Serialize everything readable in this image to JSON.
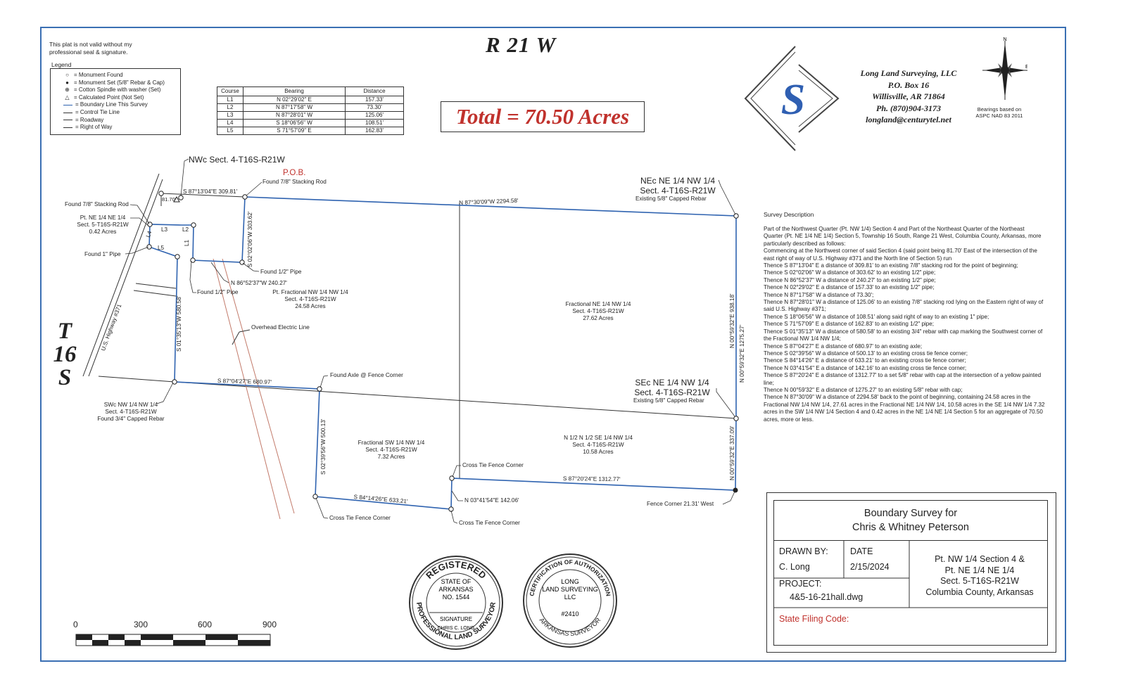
{
  "disclaimer": "This plat is not valid without my professional seal & signature.",
  "legend": {
    "title": "Legend",
    "items": [
      {
        "symbol": "○",
        "label": "= Monument Found"
      },
      {
        "symbol": "●",
        "label": "= Monument Set (5/8\" Rebar & Cap)"
      },
      {
        "symbol": "⊕",
        "label": "= Cotton Spindle with washer (Set)"
      },
      {
        "symbol": "△",
        "label": "= Calculated Point (Not Set)"
      },
      {
        "symbol": "line-blue",
        "label": "= Boundary Line This Survey"
      },
      {
        "symbol": "line",
        "label": "= Control Tie Line"
      },
      {
        "symbol": "line",
        "label": "= Roadway"
      },
      {
        "symbol": "line",
        "label": "= Right of Way"
      }
    ]
  },
  "course_table": {
    "headers": [
      "Course",
      "Bearing",
      "Distance"
    ],
    "rows": [
      [
        "L1",
        "N 02°29'02\" E",
        "157.33'"
      ],
      [
        "L2",
        "N 87°17'58\" W",
        "73.30'"
      ],
      [
        "L3",
        "N 87°28'01\" W",
        "125.06'"
      ],
      [
        "L4",
        "S 18°06'56\" W",
        "108.51'"
      ],
      [
        "L5",
        "S 71°57'09\" E",
        "162.83'"
      ]
    ]
  },
  "range_label": "R 21 W",
  "township": {
    "line1": "T",
    "line2": "16",
    "line3": "S"
  },
  "total_acres": "Total = 70.50 Acres",
  "logo_letter": "S",
  "company": {
    "name": "Long Land Surveying, LLC",
    "box": "P.O. Box 16",
    "city": "Willisville, AR 71864",
    "phone": "Ph. (870)904-3173",
    "email": "longland@centurytel.net"
  },
  "north_arrow": {
    "n": "N",
    "e": "E"
  },
  "bearing_basis": "Bearings based on ASPC NAD 83 2011",
  "map_labels": {
    "nwc": "NWc Sect. 4-T16S-R21W",
    "pob": "P.O.B.",
    "found_78_stacking": "Found 7/8\" Stacking Rod",
    "found_78_stacking_left": "Found 7/8\" Stacking Rod",
    "dist_8170": "81.70'",
    "line_top_short": "S 87°13'04\"E 309.81'",
    "line_top_long": "N 87°30'09\"W 2294.58'",
    "nec_line1": "NEc NE 1/4 NW 1/4",
    "nec_line2": "Sect. 4-T16S-R21W",
    "nec_line3": "Existing 5/8\" Capped Rebar",
    "pt_ne_line1": "Pt. NE 1/4 NE 1/4",
    "pt_ne_line2": "Sect. 5-T16S-R21W",
    "pt_ne_line3": "0.42 Acres",
    "l1": "L1",
    "l2": "L2",
    "l3": "L3",
    "l4": "L4",
    "l5": "L5",
    "found_1_pipe": "Found 1\" Pipe",
    "found_half_pipe_a": "Found 1/2\" Pipe",
    "found_half_pipe_b": "Found 1/2\" Pipe",
    "bearing_303": "S 02°02'06\"W 303.62'",
    "bearing_240": "N 86°52'37\"W 240.27'",
    "frac_nw_line1": "Pt. Fractional NW 1/4 NW 1/4",
    "frac_nw_line2": "Sect. 4-T16S-R21W",
    "frac_nw_line3": "24.58 Acres",
    "highway": "U.S. Highway #371",
    "bearing_580": "S 01°35'13\"W 580.58'",
    "overhead": "Overhead Electric Line",
    "frac_ne_line1": "Fractional NE 1/4 NW 1/4",
    "frac_ne_line2": "Sect. 4-T16S-R21W",
    "frac_ne_line3": "27.62 Acres",
    "bearing_938": "N 00°59'32\"E 938.18'",
    "bearing_1275": "N 00°59'32\"E 1275.27'",
    "bearing_680": "S 87°04'27\"E 680.97'",
    "found_axle": "Found Axle @ Fence Corner",
    "swc_line1": "SWc NW 1/4 NW 1/4",
    "swc_line2": "Sect. 4-T16S-R21W",
    "swc_line3": "Found 3/4\" Capped Rebar",
    "sec_line1": "SEc NE 1/4 NW 1/4",
    "sec_line2": "Sect. 4-T16S-R21W",
    "sec_line3": "Existing 5/8\" Capped Rebar",
    "frac_sw_line1": "Fractional SW 1/4 NW 1/4",
    "frac_sw_line2": "Sect. 4-T16S-R21W",
    "frac_sw_line3": "7.32 Acres",
    "bearing_500": "S 02°39'56\"W 500.13'",
    "n12_line1": "N 1/2 N 1/2 SE 1/4 NW 1/4",
    "n12_line2": "Sect. 4-T16S-R21W",
    "n12_line3": "10.58 Acres",
    "bearing_337": "N 00°59'32\"E 337.09'",
    "cross_tie_a": "Cross Tie Fence Corner",
    "bearing_1312": "S 87°20'24\"E 1312.77'",
    "bearing_633": "S 84°14'26\"E 633.21'",
    "bearing_142": "N 03°41'54\"E 142.06'",
    "cross_tie_b": "Cross Tie Fence Corner",
    "cross_tie_c": "Cross Tie Fence Corner",
    "fence_corner_west": "Fence Corner 21.31' West"
  },
  "survey_description": {
    "title": "Survey Description",
    "lines": [
      "Part of the Northwest Quarter (Pt. NW 1/4) Section 4 and Part of the Northeast Quarter of the Northeast Quarter (Pt. NE 1/4 NE 1/4) Section 5, Township 16 South, Range 21 West, Columbia County, Arkansas, more particularly described as follows:",
      "Commencing at the Northwest corner of said Section 4 (said point being 81.70' East of the intersection of the east right of way of U.S. Highway #371 and the North line of Section 5) run",
      "Thence S 87°13'04\" E a distance of 309.81' to an existing 7/8\" stacking rod for the point of beginning;",
      "Thence S 02°02'06\" W a distance of 303.62' to an existing 1/2\" pipe;",
      "Thence N 86°52'37\" W a distance of 240.27' to an existing 1/2\" pipe;",
      "Thence N 02°29'02\" E a distance of 157.33' to an existing 1/2\" pipe;",
      "Thence N 87°17'58\" W a distance of 73.30';",
      "Thence N 87°28'01\" W a distance of 125.06' to an existing 7/8\" stacking rod lying on the Eastern right of way of said U.S. Highway #371;",
      "Thence S 18°06'56\" W a distance of 108.51' along said right of way to an existing 1\" pipe;",
      "Thence S 71°57'09\" E a distance of 162.83' to an existing 1/2\" pipe;",
      "Thence S 01°35'13\" W a distance of 580.58' to an existing 3/4\" rebar with cap marking the Southwest corner of the Fractional NW 1/4 NW 1/4;",
      "Thence S 87°04'27\" E a distance of 680.97' to an existing axle;",
      "Thence S 02°39'56\" W a distance of 500.13' to an existing cross tie fence corner;",
      "Thence S 84°14'26\" E a distance of 633.21' to an existing cross tie fence corner;",
      "Thence N 03°41'54\" E a distance of 142.16' to an existing cross tie fence corner;",
      "Thence S 87°20'24\" E a distance of 1312.77' to a set 5/8\" rebar with cap at the intersection of a yellow painted line;",
      "Thence N 00°59'32\" E a distance of 1275.27' to an existing 5/8\" rebar with cap;",
      "Thence N 87°30'09\" W a distance of 2294.58' back to the point of beginning, containing 24.58 acres in the Fractional NW 1/4 NW 1/4, 27.61 acres in the Fractional NE 1/4 NW 1/4, 10.58 acres in the SE 1/4 NW 1/4 7.32 acres in the SW 1/4 NW 1/4 Section 4 and 0.42 acres in the NE 1/4 NE 1/4 Section 5 for an aggregate of 70.50 acres, more or less."
    ]
  },
  "seal_registered": {
    "top": "REGISTERED",
    "line1": "STATE OF",
    "line2": "ARKANSAS",
    "line3": "NO. 1544",
    "signature_label": "SIGNATURE",
    "signature": "CHRIS C. LONG",
    "bottom": "PROFESSIONAL LAND SURVEYOR"
  },
  "seal_authorization": {
    "top": "CERTIFICATION OF AUTHORIZATION",
    "line1": "LONG",
    "line2": "LAND SURVEYING",
    "line3": "LLC",
    "number": "#2410",
    "bottom": "ARKANSAS SURVEYOR"
  },
  "scale": {
    "labels": [
      "0",
      "300",
      "600",
      "900"
    ]
  },
  "title_block": {
    "title_line1": "Boundary Survey for",
    "title_line2": "Chris & Whitney Peterson",
    "drawn_by_label": "DRAWN BY:",
    "drawn_by": "C. Long",
    "date_label": "DATE",
    "date": "2/15/2024",
    "project_label": "PROJECT:",
    "project": "4&5-16-21hall.dwg",
    "location_line1": "Pt. NW 1/4 Section 4 &",
    "location_line2": "Pt. NE 1/4 NE 1/4",
    "location_line3": "Sect. 5-T16S-R21W",
    "location_line4": "Columbia County, Arkansas",
    "filing_label": "State Filing Code:"
  }
}
